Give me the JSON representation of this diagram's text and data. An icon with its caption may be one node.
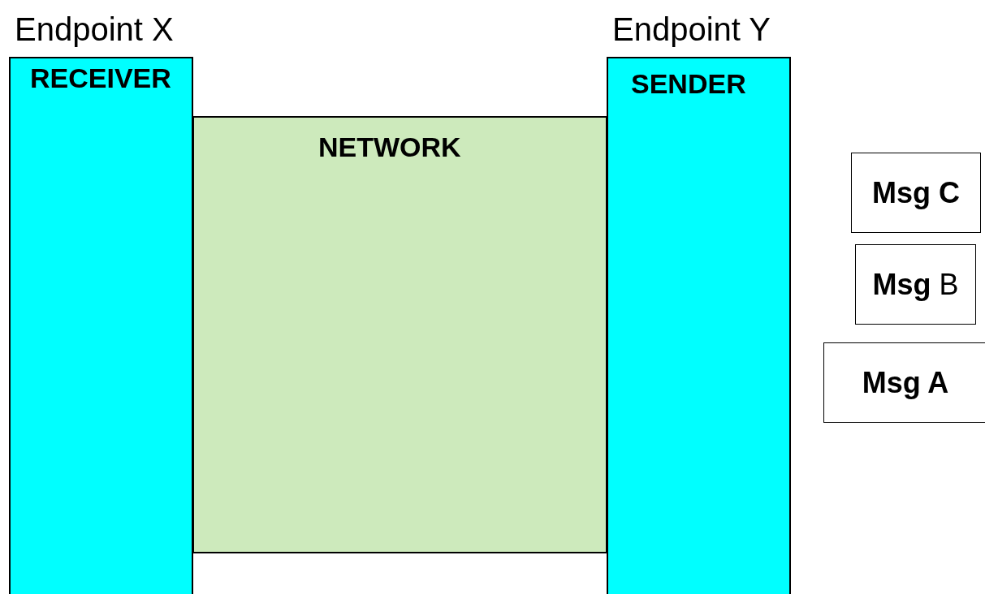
{
  "diagram": {
    "nodes": [
      {
        "text": [
          "Endpoint X",
          "RECEIVER"
        ]
      },
      {
        "text": [
          "NETWORK"
        ]
      },
      {
        "text": [
          "Endpoint Y",
          "SENDER"
        ]
      },
      {
        "text": [
          "Msg C"
        ]
      },
      {
        "text": [
          "**Msg** B"
        ]
      },
      {
        "text": [
          "Msg A"
        ]
      }
    ]
  }
}
